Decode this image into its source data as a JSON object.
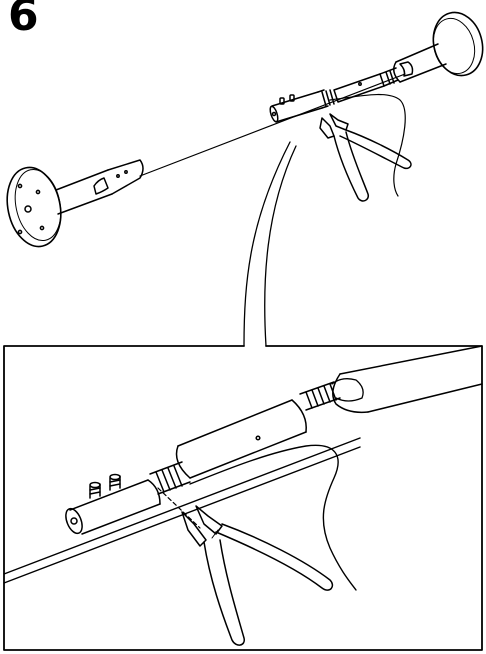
{
  "step": {
    "number": "6"
  },
  "colors": {
    "ink": "#000000",
    "paper": "#ffffff"
  },
  "illustration": {
    "overview": [
      "wall-anchor-left",
      "wall-anchor-right",
      "tension-wire",
      "wire-connector",
      "side-cutter-pliers",
      "cut-wire-end"
    ],
    "detail": [
      "adjustment-screw",
      "wire-connector-sleeve",
      "threaded-rod",
      "tension-wire",
      "side-cutter-pliers",
      "cut-wire-end"
    ]
  }
}
